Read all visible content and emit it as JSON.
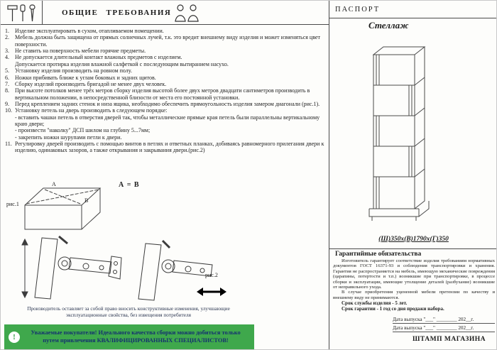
{
  "colors": {
    "notice-bg": "#3fa84c",
    "notice-text": "#143070",
    "line": "#4a4a4a"
  },
  "icons": {
    "alert_glyph": "!"
  },
  "left": {
    "title": "ОБЩИЕ ТРЕБОВАНИЯ",
    "items": [
      {
        "num": "1.",
        "text": "Изделие эксплуатировать в сухом, отапливаемом помещении."
      },
      {
        "num": "2.",
        "text": "Мебель должна быть защищена от прямых солнечных лучей, т.к. это вредит внешнему виду изделия и может изменяться цвет поверхности."
      },
      {
        "num": "3.",
        "text": "Не ставить на поверхность мебели горячие предметы."
      },
      {
        "num": "4.",
        "text": "Не допускается длительный контакт влажных предметов с изделием.\nДопускается протирка изделия влажной салфеткой с последующим вытиранием насухо."
      },
      {
        "num": "5.",
        "text": "Установку изделия производить на ровном полу."
      },
      {
        "num": "6.",
        "text": "Ножки прибивать ближе к углам боковых и задних щитов."
      },
      {
        "num": "7.",
        "text": "Сборку изделий производить бригадой не менее двух человек."
      },
      {
        "num": "8.",
        "text": "При высоте потолков менее трёх метров сборку изделия высотой более двух метров двадцати сантиметров производить в вертикальном положении, в непосредственной близости от места его постоянной установки."
      },
      {
        "num": "9.",
        "text": "Перед креплением задних стенок и низа ящика, необходимо обеспечить прямоугольность изделия замером диагонали (рис.1)."
      },
      {
        "num": "10.",
        "text": "Установку петель на дверь производить в следующем порядке:\n- вставить чашки петель в отверстия дверей так, чтобы металлические прямые края петель были параллельны вертикальному краю двери;\n- произвести \"наколку\" ДСП шилом на глубину 5...7мм;\n- закрепить ножки шурупами петли к двери."
      },
      {
        "num": "11.",
        "text": "Регулировку дверей производить с помощью винтов в петлях и ответных планках, добиваясь равномерного прилегания двери к изделию, одинаковых зазоров, а также открывания и закрывания двери.(рис.2)"
      }
    ],
    "ab_label": "А = В",
    "fig1_a": "А",
    "fig1_b": "В",
    "fig1_label": "рис.1",
    "fig2_label": "рис.2",
    "manufacturer_note": "Производитель оставляет за собой право вносить конструктивные изменения, улучшающие эксплуатационные свойства, без извещения потребителя",
    "notice": "Уважаемые покупатели! Идеального качества сборки можно добиться только путем привлечения КВАЛИФИЦИРОВАННЫХ СПЕЦИАЛИСТОВ!"
  },
  "right": {
    "passport": "ПАСПОРТ",
    "product": "Стеллаж",
    "dimensions": "(Ш)350х(В)1790х(Г)350",
    "warranty_title": "Гарантийные обязательства",
    "warranty_text": "Изготовитель гарантирует соответствие изделия требованиям нормативных документов ГОСТ 16371-93 и соблюдения транспортировки и хранения. Гарантия не распространяется на мебель, имеющую механические повреждения (царапины, потертости и т.п.) возникшие при транспортировке, в процессе сборки и эксплуатации, имеющие утолщение деталей (разбухание) возникшие от неправильного ухода.",
    "warranty_text2": "В случае приобретения уцененной мебели претензии по качеству и внешнему виду не принимаются.",
    "service_life": "Срок службы изделия - 5 лет.",
    "warranty_period": "Срок гарантии - 1 год со дня продажи набора.",
    "date1": "Дата выпуска \"___\" ________ 202__г.",
    "date2": "Дата выпуска \"___\" ________ 202__г.",
    "stamp": "ШТАМП МАГАЗИНА"
  }
}
